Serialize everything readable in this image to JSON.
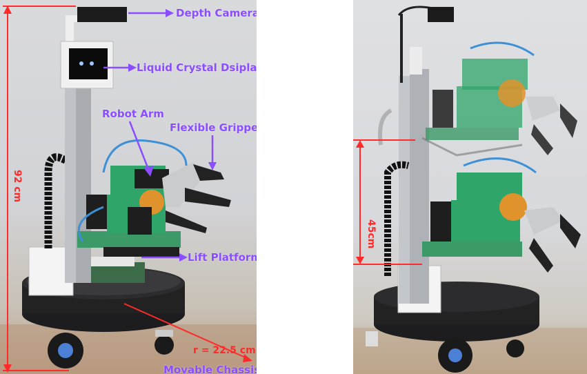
{
  "labels": {
    "depth_camera": "Depth Camera",
    "lcd": "Liquid Crystal Dsiplay",
    "robot_arm": "Robot Arm",
    "flexible_gripper": "Flexible Gripper",
    "lift_platform": "Lift Platform",
    "movable_chassis": "Movable Chassis"
  },
  "dimensions": {
    "height": "92 cm",
    "radius": "r = 22.5 cm",
    "lift_range": "45cm"
  },
  "colors": {
    "label": "#8a4dff",
    "dimension": "#ff2a2a",
    "arm_green": "#2fa56a",
    "gripper": "#2a2a2a",
    "cable": "#3d8fd6"
  }
}
